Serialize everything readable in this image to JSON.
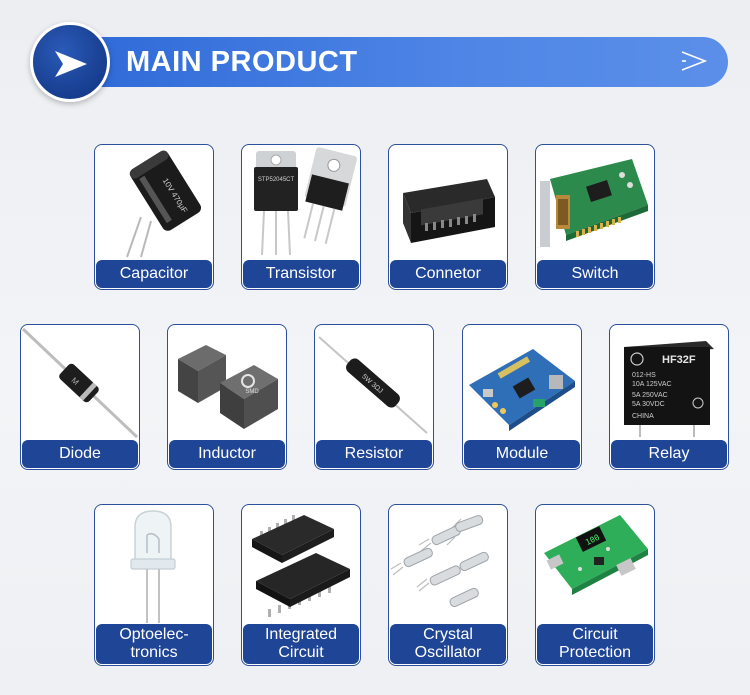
{
  "header": {
    "title": "MAIN PRODUCT"
  },
  "products": [
    {
      "label": "Capacitor"
    },
    {
      "label": "Transistor"
    },
    {
      "label": "Connetor"
    },
    {
      "label": "Switch"
    },
    {
      "label": "Diode"
    },
    {
      "label": "Inductor"
    },
    {
      "label": "Resistor"
    },
    {
      "label": "Module"
    },
    {
      "label": "Relay"
    },
    {
      "label_line1": "Optoelec-",
      "label_line2": "tronics"
    },
    {
      "label_line1": "Integrated",
      "label_line2": "Circuit"
    },
    {
      "label_line1": "Crystal",
      "label_line2": "Oscillator"
    },
    {
      "label_line1": "Circuit",
      "label_line2": "Protection"
    }
  ],
  "printed_markings": {
    "capacitor": "10V 470μF",
    "transistor": "STP52045CT",
    "inductor": "SMD",
    "resistor": "5W 3ΩJ",
    "relay_model": "HF32F",
    "relay_spec1": "012-HS",
    "relay_spec2": "10A 125VAC",
    "relay_spec3": "5A 250VAC",
    "relay_spec4": "5A 30VDC",
    "relay_origin": "CHINA"
  },
  "colors": {
    "banner_blue": "#3b76de",
    "circle_navy": "#173e8f",
    "card_label_bg": "#1f4596",
    "card_border": "#2c4f9e"
  }
}
